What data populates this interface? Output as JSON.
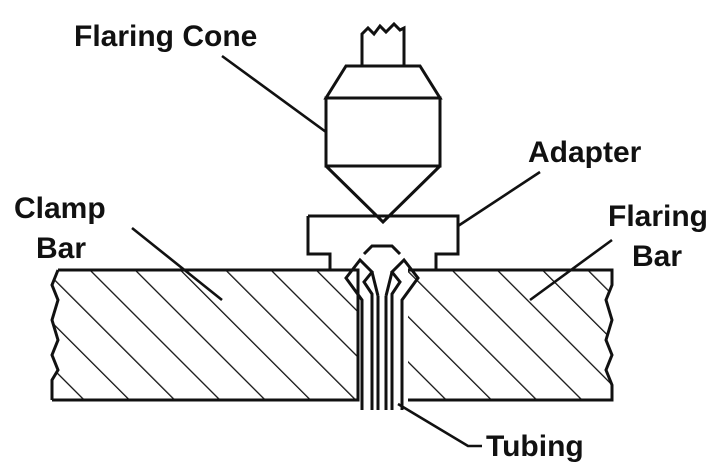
{
  "labels": {
    "flaring_cone": "Flaring Cone",
    "adapter": "Adapter",
    "clamp_bar_line1": "Clamp",
    "clamp_bar_line2": "Bar",
    "flaring_bar_line1": "Flaring",
    "flaring_bar_line2": "Bar",
    "tubing": "Tubing"
  },
  "colors": {
    "ink": "#111111",
    "background": "#ffffff"
  }
}
